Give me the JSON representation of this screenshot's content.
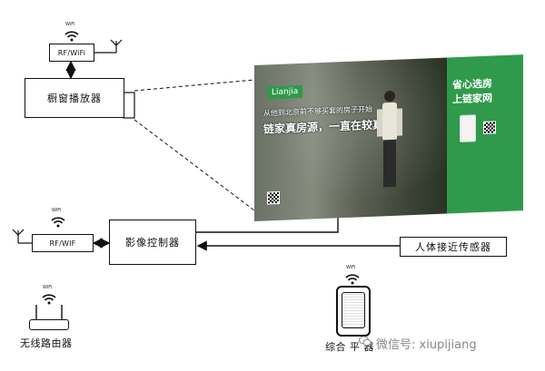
{
  "wifi_label": "WiFi",
  "rf_wifi_top": "RF/WiFi",
  "rf_wif_left": "RF/WIF",
  "window_player": "橱窗播放器",
  "image_controller": "影像控制器",
  "proximity_sensor": "人体接近传感器",
  "wireless_router": "无线路由器",
  "terminal_label": "综合 平 器",
  "watermark": "微信号: xiupijiang",
  "billboard": {
    "brand": "Lianjia",
    "line1": "从他到北京前不够买套的房子开始",
    "line2": "链家真房源，一直在较真",
    "green_line1": "省心选房",
    "green_line2": "上链家网"
  },
  "colors": {
    "line": "#111111",
    "billboard_green": "#2f9a4b"
  }
}
